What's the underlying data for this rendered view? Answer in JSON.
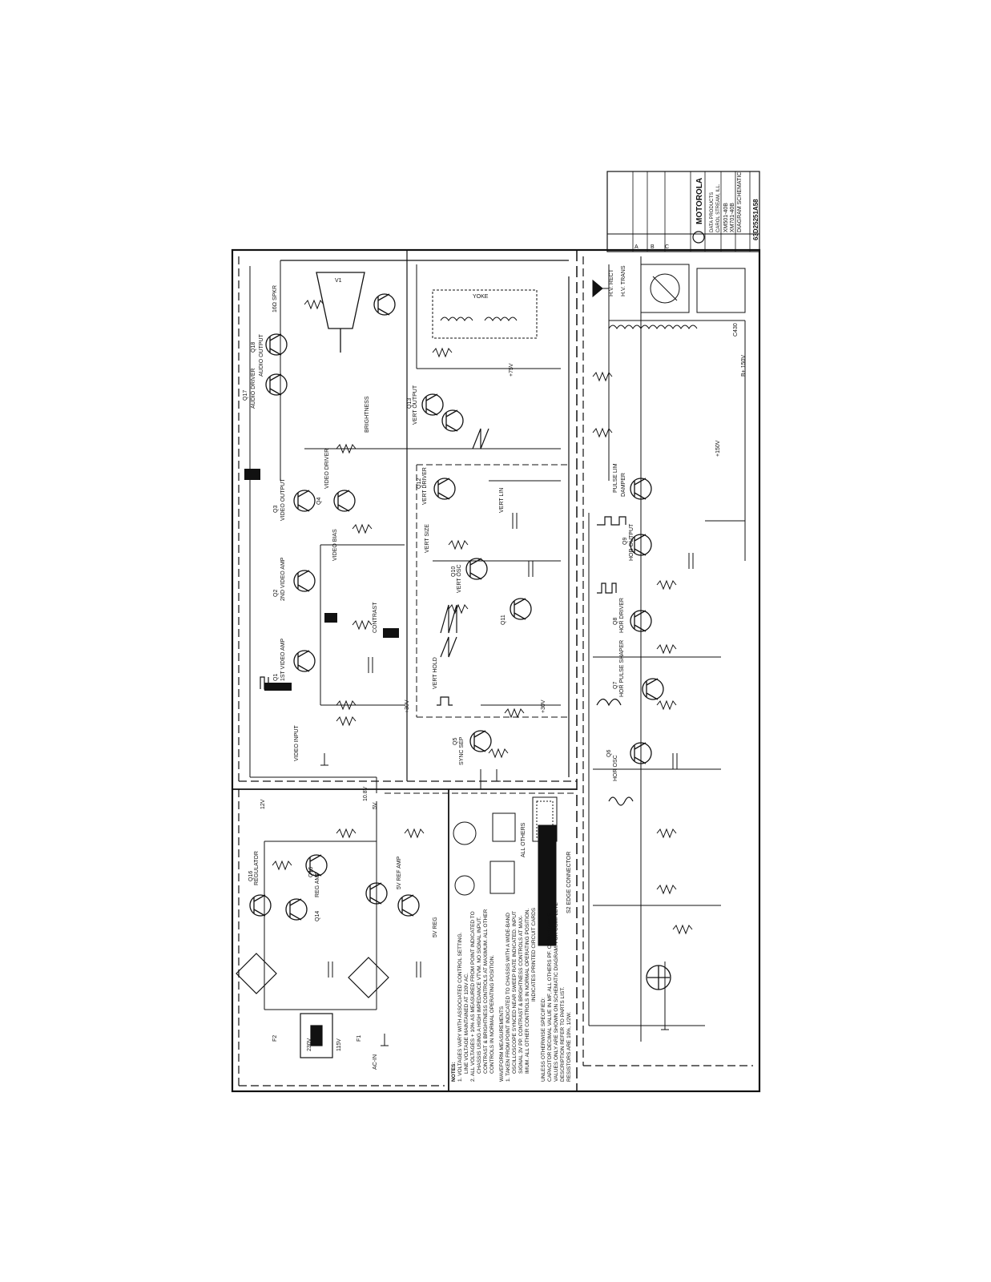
{
  "title_block": {
    "company": "MOTOROLA",
    "division": "DATA PRODUCTS",
    "location": "CAROL STREAM, ILL.",
    "title_line1": "XM501-40B",
    "title_line2": "XM701-40B",
    "title_line3": "DIAGRAM SCHEMATIC",
    "drawing_number": "63D25251A58"
  },
  "sections": {
    "video_input": "VIDEO INPUT",
    "sync_sep": "SYNC SEP",
    "hor_osc": "HOR OSC",
    "hor_pulse_shaper": "HOR PULSE SHAPER",
    "hor_driver": "HOR DRIVER",
    "hor_output": "HOR OUTPUT",
    "damper": "DAMPER",
    "pulse_lim": "PULSE LIM",
    "hv_rect": "H.V. RECT",
    "hv_trans": "H.V. TRANS",
    "vert_output": "VERT OUTPUT",
    "vert_driver": "VERT DRIVER",
    "vert_osc": "VERT OSC",
    "vert_hold": "VERT HOLD",
    "vert_size": "VERT SIZE",
    "vert_lin": "VERT LIN",
    "video_output": "VIDEO OUTPUT",
    "video_driver": "VIDEO DRIVER",
    "video_amp_1st": "1ST VIDEO AMP",
    "video_amp_2nd": "2ND VIDEO AMP",
    "video_bias": "VIDEO BIAS",
    "contrast": "CONTRAST",
    "brightness": "BRIGHTNESS",
    "audio_driver": "AUDIO DRIVER",
    "audio_output": "AUDIO OUTPUT",
    "speaker": "16Ω SPKR",
    "regulator": "REGULATOR",
    "reg_amp": "REG AMP",
    "ref_amp": "5V REF AMP",
    "reg_5v": "5V REG",
    "edge_connector": "S2 EDGE CONNECTOR",
    "all_others": "ALL OTHERS",
    "yoke": "YOKE",
    "cap_c430": "C430",
    "b_plus": "B+ 150V"
  },
  "transistors": [
    "Q1",
    "Q2",
    "Q3",
    "Q4",
    "Q5",
    "Q6",
    "Q7",
    "Q8",
    "Q9",
    "Q10",
    "Q11",
    "Q12",
    "Q13",
    "Q14",
    "Q15",
    "Q16",
    "Q17",
    "Q18"
  ],
  "voltages": [
    "+30V",
    "+75V",
    "+150V",
    "10.8V",
    "5V",
    "12V",
    "+30V"
  ],
  "notes": {
    "heading": "NOTES:",
    "note1": "1. VOLTAGES VARY WITH ASSOCIATED CONTROL SETTING.",
    "note1b": "LINE VOLTAGE MAINTAINED AT 120V AC.",
    "note2": "2. ALL VOLTAGES + 10% AS MEASURED FROM POINT INDICATED TO",
    "note2b": "CHASSIS USING A HIGH IMPEDANCE VTVM. NO SIGNAL INPUT.",
    "note2c": "CONTRAST & BRIGHTNESS CONTROLS AT MAXIMUM. ALL OTHER",
    "note2d": "CONTROLS IN NORMAL OPERATING POSITION.",
    "waveform_heading": "WAVEFORM MEASUREMENTS",
    "note3": "1. TAKEN FROM POINT INDICATED TO CHASSIS WITH A WIDE-BAND",
    "note3b": "OSCILLOSCOPE SYNCED NEAR SWEEP RATE INDICATED. INPUT",
    "note3c": "SIGNAL 3V PP. CONTRAST & BRIGHTNESS CONTROLS AT MAX-",
    "note3d": "IMUM. ALL OTHER CONTROLS IN NORMAL OPERATING POSITION.",
    "note4": "INDICATES PRINTED CIRCUIT CARDS",
    "note5": "UNLESS OTHERWISE SPECIFIED:",
    "note5b": "CAPACITOR DECIMAL VALUE IN MF, ALL OTHERS PF. CAPACITANCE",
    "note5c": "VALUES ONLY ARE SHOWN ON SCHEMATIC DIAGRAM. FOR COMPLETE",
    "note5d": "DESCRIPTION REFER TO PARTS LIST.",
    "note5e": "RESISTORS ARE 10%, 1/2W."
  },
  "power": {
    "line_label": "AC-IN",
    "v230": "230V",
    "v115": "115V",
    "fuse_f2": "F2",
    "fuse_f1": "F1"
  }
}
